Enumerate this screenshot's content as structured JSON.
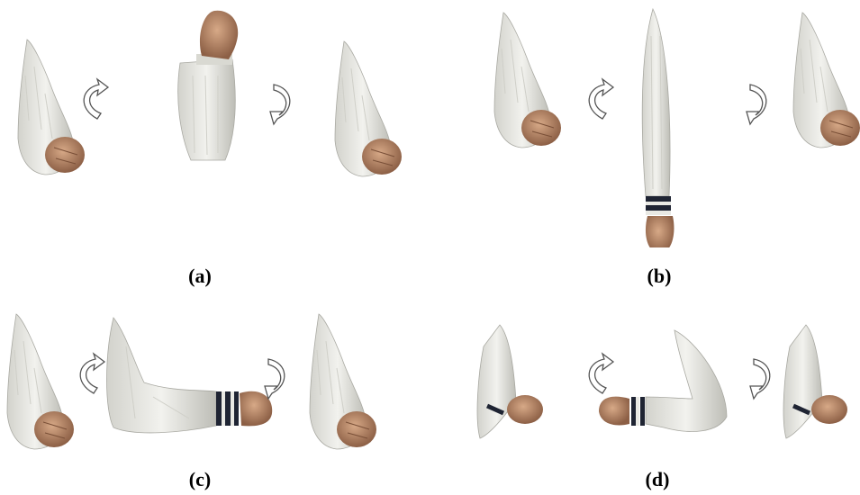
{
  "panels": [
    {
      "id": "a",
      "label": "(a)"
    },
    {
      "id": "b",
      "label": "(b)"
    },
    {
      "id": "c",
      "label": "(c)"
    },
    {
      "id": "d",
      "label": "(d)"
    }
  ],
  "colors": {
    "sleeve": "#e9e9e4",
    "sleeve_shadow": "#bdbdb6",
    "skin": "#c99a7a",
    "skin_shadow": "#8c5f45",
    "cuff_stripe": "#1f2433",
    "arrow_stroke": "#555555"
  }
}
